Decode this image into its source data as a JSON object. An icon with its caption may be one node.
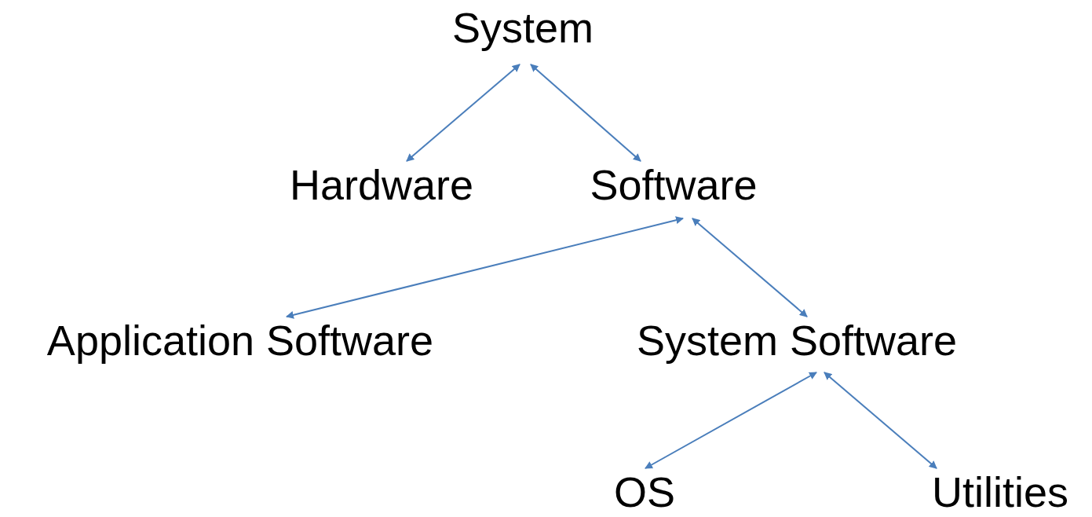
{
  "diagram": {
    "nodes": [
      {
        "text": [
          "System"
        ]
      },
      {
        "text": [
          "Hardware"
        ]
      },
      {
        "text": [
          "Software"
        ]
      },
      {
        "text": [
          "Application Software"
        ]
      },
      {
        "text": [
          "System Software"
        ]
      },
      {
        "text": [
          "OS"
        ]
      },
      {
        "text": [
          "Utilities"
        ]
      }
    ],
    "edges": [
      {
        "from": 0,
        "to": 1,
        "arrow": "both"
      },
      {
        "from": 0,
        "to": 2,
        "arrow": "both"
      },
      {
        "from": 2,
        "to": 3,
        "arrow": "both"
      },
      {
        "from": 2,
        "to": 4,
        "arrow": "both"
      },
      {
        "from": 4,
        "to": 5,
        "arrow": "both"
      },
      {
        "from": 4,
        "to": 6,
        "arrow": "both"
      }
    ]
  }
}
